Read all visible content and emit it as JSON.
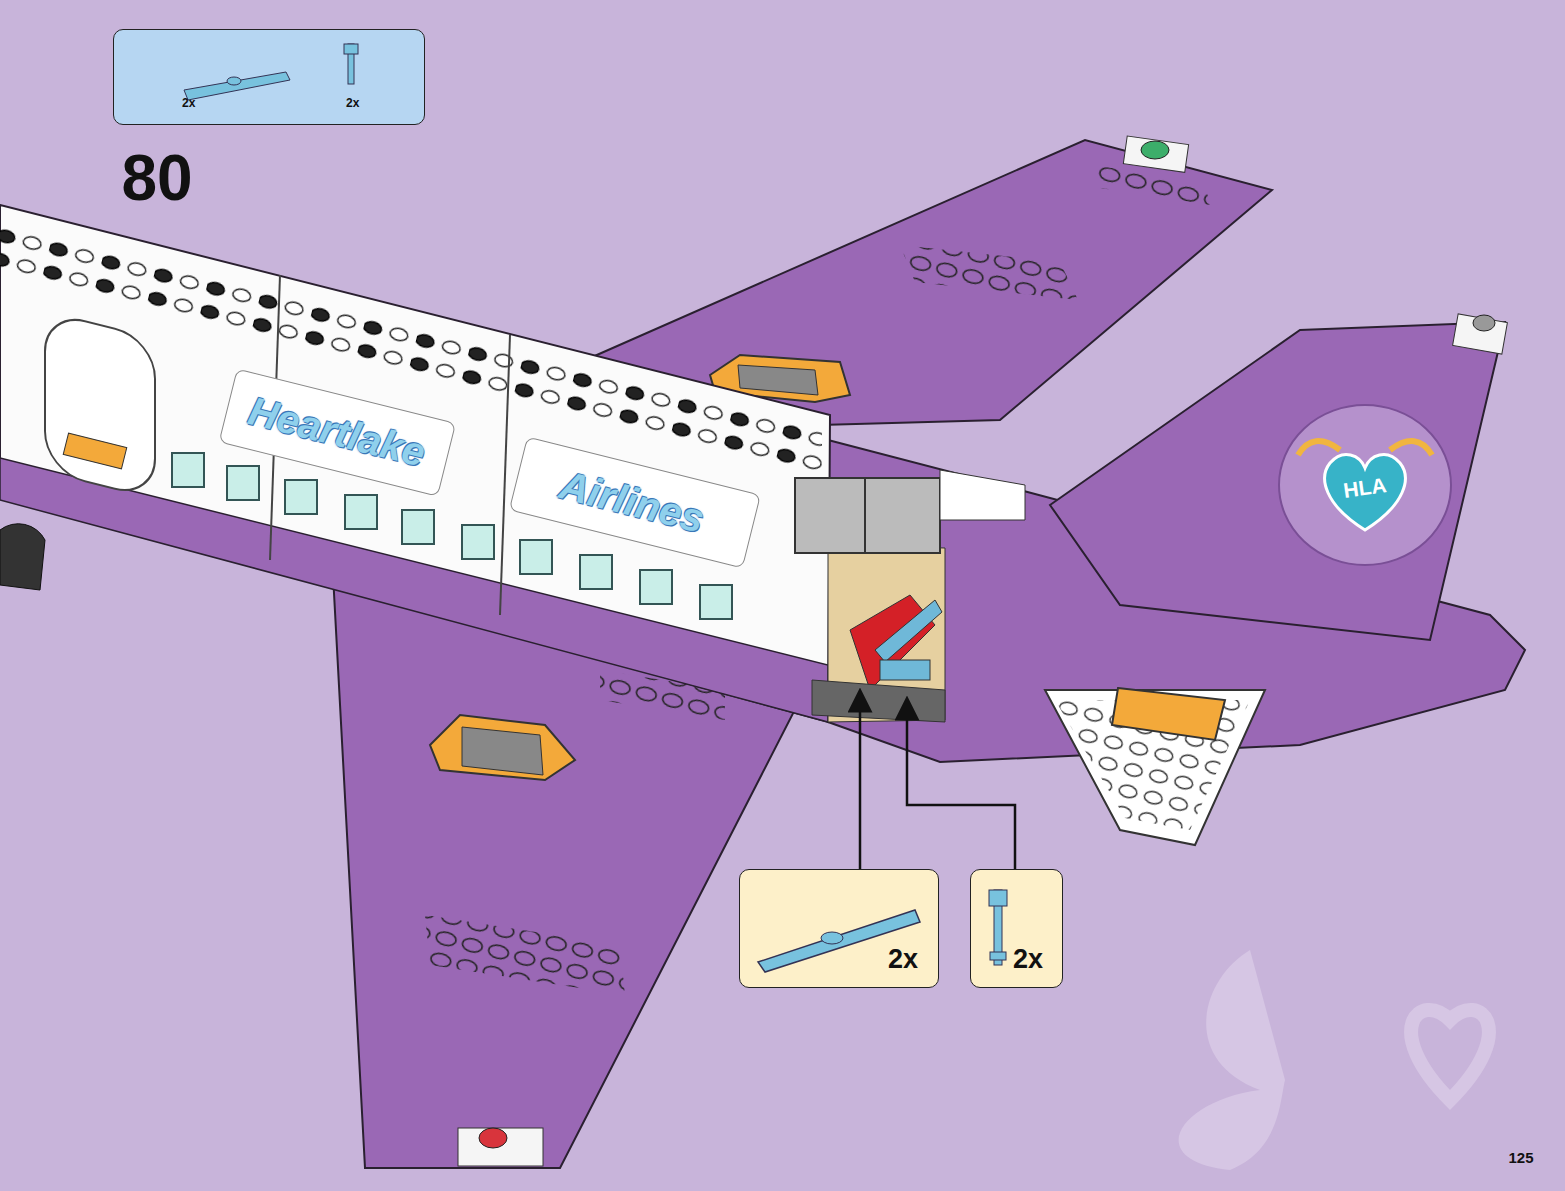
{
  "diagram": {
    "nodes": [
      {
        "text": [
          "2x",
          "2x"
        ]
      },
      {
        "text": [
          "2x"
        ]
      },
      {
        "text": [
          "2x"
        ]
      }
    ],
    "labels": [
      "80",
      "Heartlake",
      "Airlines",
      "HLA",
      "125"
    ]
  }
}
